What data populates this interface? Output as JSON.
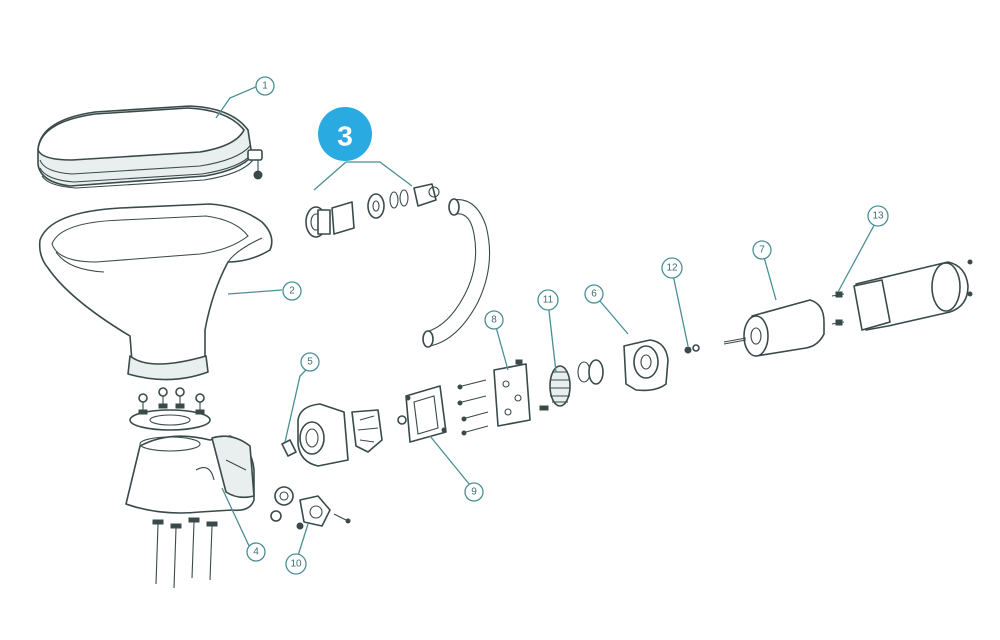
{
  "highlighted_part": "3",
  "callouts": {
    "c1": "1",
    "c2": "2",
    "c4": "4",
    "c5": "5",
    "c6": "6",
    "c7": "7",
    "c8": "8",
    "c9": "9",
    "c10": "10",
    "c11": "11",
    "c12": "12",
    "c13": "13"
  },
  "colors": {
    "highlight": "#29abe2",
    "leader": "#4a8f94",
    "linework": "#3a4a4a"
  }
}
